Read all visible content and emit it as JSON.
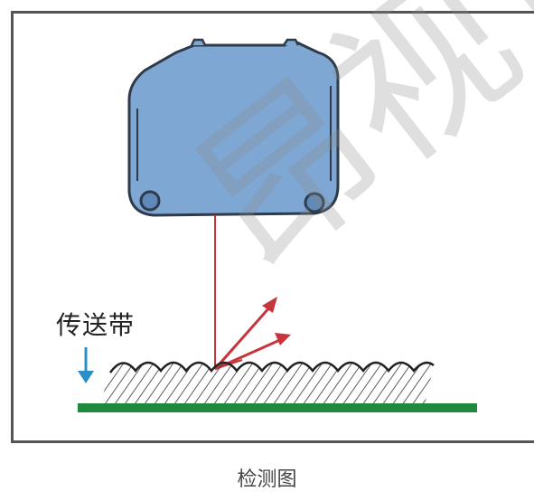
{
  "diagram": {
    "belt_label": "传送带",
    "caption": "检测图",
    "watermark": "昂视觉",
    "colors": {
      "sensor_fill": "#7ea7d3",
      "sensor_stroke": "#2f3b4a",
      "beam": "#c8343c",
      "belt": "#1f8a3e",
      "arrow": "#2a8fc8",
      "frame": "#555555"
    },
    "icons": {
      "sensor": "laser-sensor-icon",
      "direction_arrow": "arrow-down-icon"
    }
  }
}
